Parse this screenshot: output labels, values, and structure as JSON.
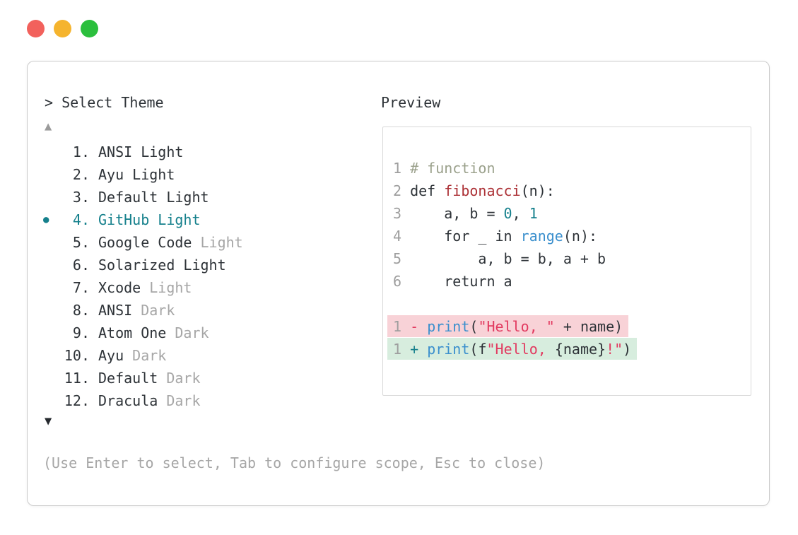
{
  "window_controls": {
    "close_color": "#f2615c",
    "minimize_color": "#f5b42e",
    "zoom_color": "#2bbf3d"
  },
  "picker": {
    "prompt": "> Select Theme",
    "scroll_up_glyph": "▲",
    "scroll_down_glyph": "▼",
    "selected_bullet": "●",
    "accent_color": "#15808c",
    "items": [
      {
        "number": "1.",
        "name": "ANSI",
        "variant": "Light",
        "variant_dim": false,
        "selected": false
      },
      {
        "number": "2.",
        "name": "Ayu",
        "variant": "Light",
        "variant_dim": false,
        "selected": false
      },
      {
        "number": "3.",
        "name": "Default",
        "variant": "Light",
        "variant_dim": false,
        "selected": false
      },
      {
        "number": "4.",
        "name": "GitHub",
        "variant": "Light",
        "variant_dim": false,
        "selected": true
      },
      {
        "number": "5.",
        "name": "Google Code",
        "variant": "Light",
        "variant_dim": true,
        "selected": false
      },
      {
        "number": "6.",
        "name": "Solarized",
        "variant": "Light",
        "variant_dim": false,
        "selected": false
      },
      {
        "number": "7.",
        "name": "Xcode",
        "variant": "Light",
        "variant_dim": true,
        "selected": false
      },
      {
        "number": "8.",
        "name": "ANSI",
        "variant": "Dark",
        "variant_dim": true,
        "selected": false
      },
      {
        "number": "9.",
        "name": "Atom One",
        "variant": "Dark",
        "variant_dim": true,
        "selected": false
      },
      {
        "number": "10.",
        "name": "Ayu",
        "variant": "Dark",
        "variant_dim": true,
        "selected": false
      },
      {
        "number": "11.",
        "name": "Default",
        "variant": "Dark",
        "variant_dim": true,
        "selected": false
      },
      {
        "number": "12.",
        "name": "Dracula",
        "variant": "Dark",
        "variant_dim": true,
        "selected": false
      }
    ],
    "footer_hint": "(Use Enter to select, Tab to configure scope, Esc to close)"
  },
  "preview": {
    "title": "Preview",
    "syntax_colors": {
      "default": "#2d3237",
      "dim": "#a6a6a6",
      "comment": "#9ba18c",
      "function": "#ac3136",
      "number": "#15808c",
      "builtin": "#3a8fcd",
      "string": "#e2395f",
      "line_number": "#9e9e9e",
      "diff_del_bg": "#f8d2d7",
      "diff_add_bg": "#d7edde"
    },
    "lines": [
      {
        "type": "code",
        "num": "1",
        "tokens": [
          {
            "t": "# function",
            "c": "comment"
          }
        ]
      },
      {
        "type": "code",
        "num": "2",
        "tokens": [
          {
            "t": "def ",
            "c": "default"
          },
          {
            "t": "fibonacci",
            "c": "function"
          },
          {
            "t": "(n):",
            "c": "default"
          }
        ]
      },
      {
        "type": "code",
        "num": "3",
        "tokens": [
          {
            "t": "    a, b = ",
            "c": "default"
          },
          {
            "t": "0",
            "c": "number"
          },
          {
            "t": ", ",
            "c": "default"
          },
          {
            "t": "1",
            "c": "number"
          }
        ]
      },
      {
        "type": "code",
        "num": "4",
        "tokens": [
          {
            "t": "    for _ in ",
            "c": "default"
          },
          {
            "t": "range",
            "c": "builtin"
          },
          {
            "t": "(n):",
            "c": "default"
          }
        ]
      },
      {
        "type": "code",
        "num": "5",
        "tokens": [
          {
            "t": "        a, b = b, a + b",
            "c": "default"
          }
        ]
      },
      {
        "type": "code",
        "num": "6",
        "tokens": [
          {
            "t": "    return a",
            "c": "default"
          }
        ]
      },
      {
        "type": "blank"
      },
      {
        "type": "diff",
        "num": "1",
        "sign": "-",
        "variant": "del",
        "tokens": [
          {
            "t": "print",
            "c": "builtin"
          },
          {
            "t": "(",
            "c": "default"
          },
          {
            "t": "\"Hello, \"",
            "c": "string"
          },
          {
            "t": " + name)",
            "c": "default"
          }
        ]
      },
      {
        "type": "diff",
        "num": "1",
        "sign": "+",
        "variant": "add",
        "tokens": [
          {
            "t": "print",
            "c": "builtin"
          },
          {
            "t": "(f",
            "c": "default"
          },
          {
            "t": "\"Hello, ",
            "c": "string"
          },
          {
            "t": "{name}",
            "c": "default"
          },
          {
            "t": "!\"",
            "c": "string"
          },
          {
            "t": ")",
            "c": "default"
          }
        ]
      }
    ]
  }
}
